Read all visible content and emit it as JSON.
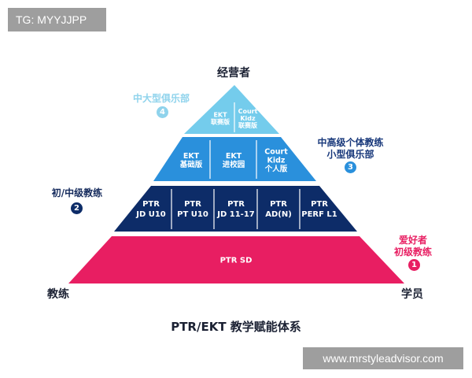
{
  "watermark_top": "TG: MYYJJPP",
  "watermark_bottom": "www.mrstyleadvisor.com",
  "top_label": "经营者",
  "bottom_left_label": "教练",
  "bottom_right_label": "学员",
  "caption": "PTR/EKT 教学赋能体系",
  "colors": {
    "tier4": "#74ccec",
    "tier3": "#2a90dc",
    "tier2": "#0d2c68",
    "tier1": "#e81e62",
    "label4": "#8fd3ec",
    "label3": "#17377a",
    "label2": "#142a5c",
    "label1": "#e81e62"
  },
  "tiers": {
    "t4": {
      "cells": [
        "EKT\n联赛版",
        "Court\nKidz\n联赛版"
      ],
      "label": "中大型俱乐部",
      "num": "4"
    },
    "t3": {
      "cells": [
        "EKT\n基础版",
        "EKT\n进校园",
        "Court\nKidz\n个人版"
      ],
      "label_line1": "中高级个体教练",
      "label_line2": "小型俱乐部",
      "num": "3"
    },
    "t2": {
      "cells": [
        "PTR\nJD U10",
        "PTR\nPT U10",
        "PTR\nJD 11-17",
        "PTR\nAD(N)",
        "PTR\nPERF L1"
      ],
      "label": "初/中级教练",
      "num": "2"
    },
    "t1": {
      "cells": [
        "PTR SD"
      ],
      "label_line1": "爱好者",
      "label_line2": "初级教练",
      "num": "1"
    }
  }
}
